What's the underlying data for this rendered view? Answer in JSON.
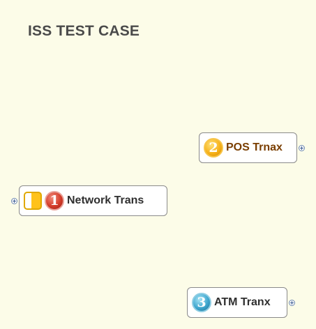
{
  "map": {
    "title": "ISS TEST CASE",
    "topics": [
      {
        "label": "POS Trnax",
        "priority": "2",
        "priority_color": "#f6b21a",
        "label_color": "#7a3e00",
        "icons": [
          "priority-2-icon"
        ]
      },
      {
        "label": "Network Trans",
        "priority": "1",
        "priority_color": "#d43c2a",
        "label_color": "#2f2f2f",
        "icons": [
          "task-progress-icon",
          "priority-1-icon"
        ]
      },
      {
        "label": "ATM Tranx",
        "priority": "3",
        "priority_color": "#3fa7cf",
        "label_color": "#2f2f2f",
        "icons": [
          "priority-3-icon"
        ]
      }
    ]
  },
  "colors": {
    "background": "#fcfce8",
    "topic_border": "#8a8a8a",
    "expander": "#3a5a90"
  }
}
